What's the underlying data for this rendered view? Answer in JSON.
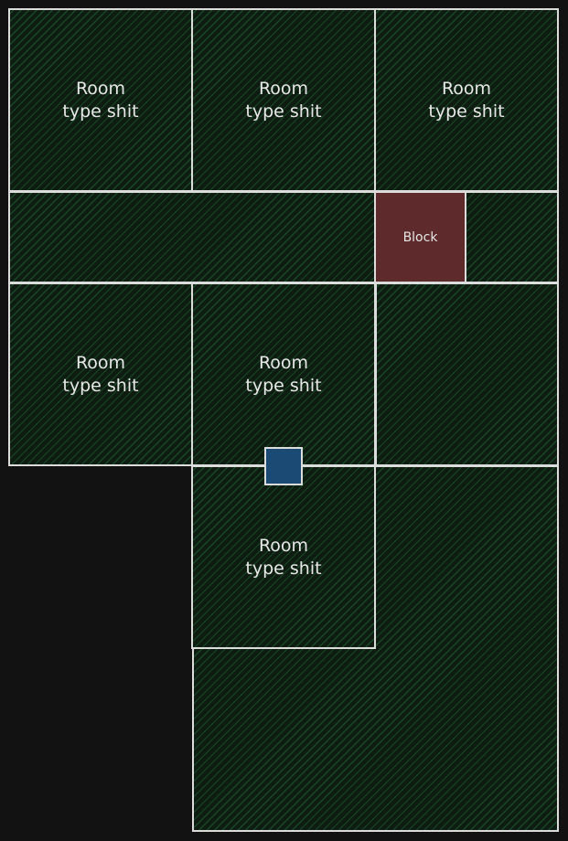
{
  "rooms": [
    {
      "line1": "Room",
      "line2": "type shit"
    },
    {
      "line1": "Room",
      "line2": "type shit"
    },
    {
      "line1": "Room",
      "line2": "type shit"
    },
    {
      "line1": "Room",
      "line2": "type shit"
    },
    {
      "line1": "Room",
      "line2": "type shit"
    },
    {
      "line1": "Room",
      "line2": "type shit"
    }
  ],
  "block": {
    "label": "Block"
  },
  "colors": {
    "background": "#121212",
    "cell_fill": "#0e1c12",
    "hatch": "#1e6e37",
    "border": "#dcdcdc",
    "block_fill": "#5e2a2b",
    "door_fill": "#1b4a75",
    "text": "#e8e8e8"
  }
}
